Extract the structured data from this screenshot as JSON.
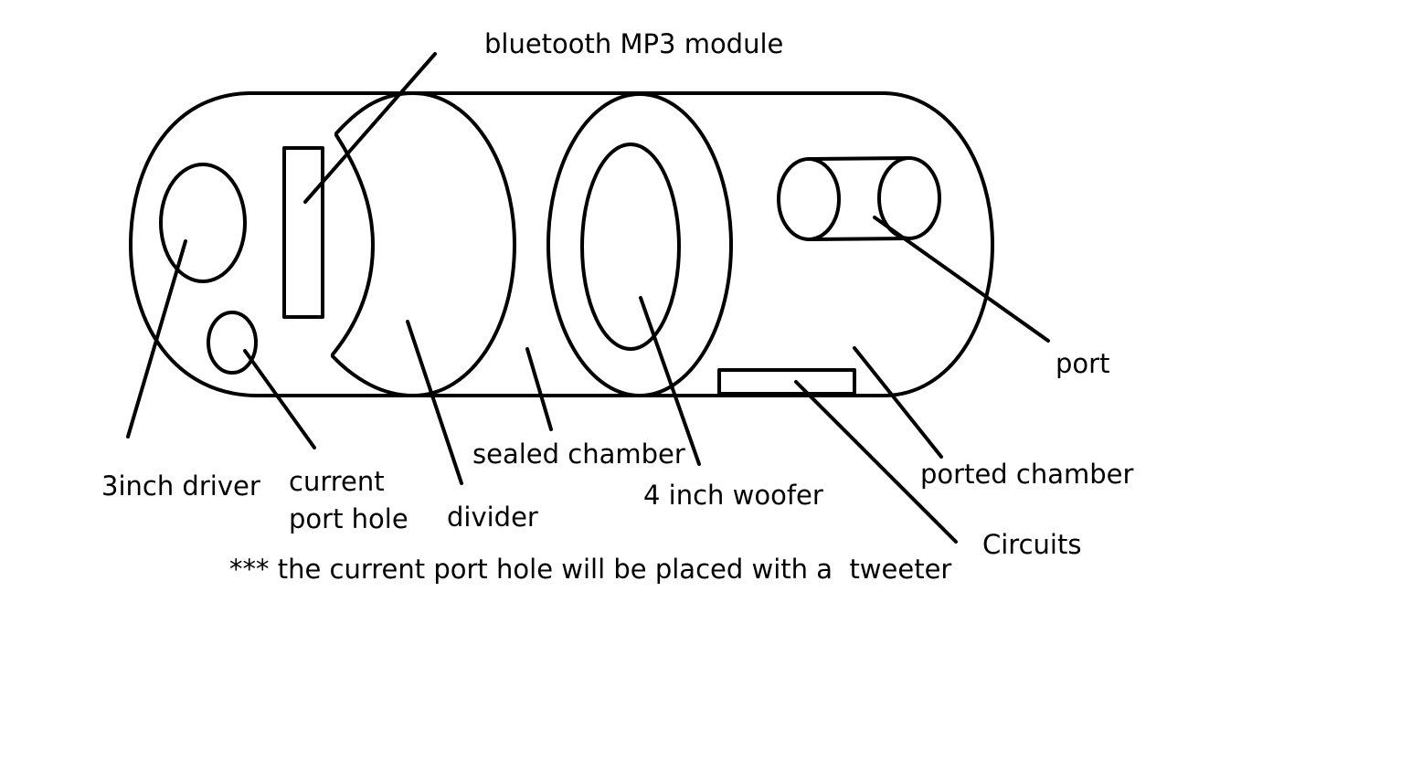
{
  "labels": {
    "bluetooth_module": "bluetooth MP3 module",
    "port": "port",
    "sealed_chamber": "sealed chamber",
    "ported_chamber": "ported chamber",
    "driver_3inch": "3inch driver",
    "current_port_hole_line1": "current",
    "current_port_hole_line2": "port hole",
    "divider": "divider",
    "woofer_4inch": "4 inch woofer",
    "circuits": "Circuits"
  },
  "note": "*** the current port hole will be placed with a  tweeter",
  "colors": {
    "ink": "#000000",
    "background": "#ffffff"
  }
}
